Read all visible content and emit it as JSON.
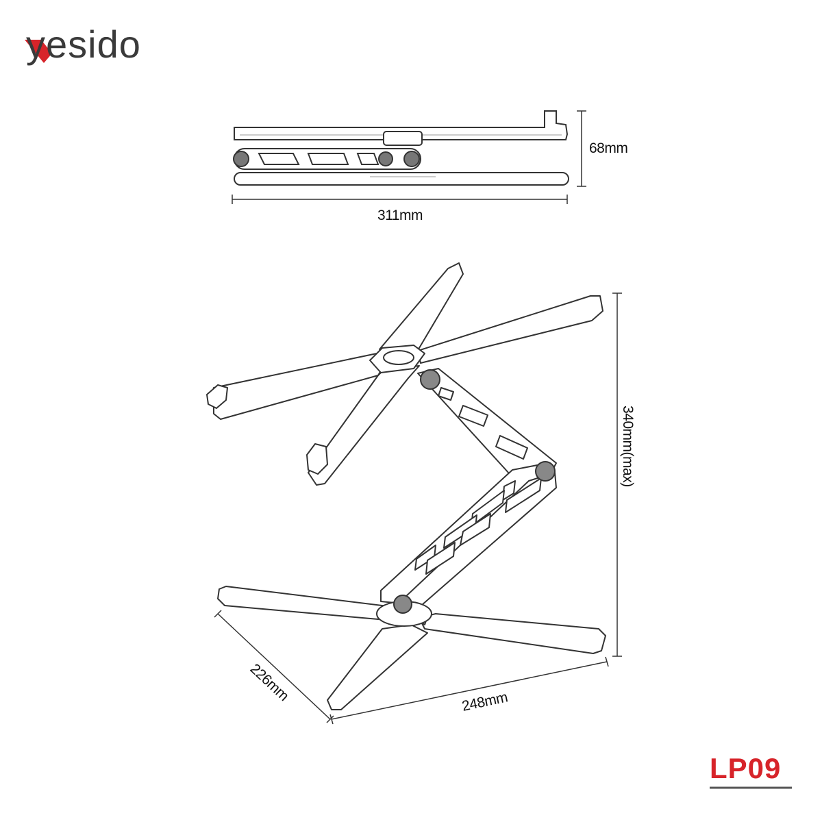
{
  "brand": {
    "name": "yesido",
    "accent_color": "#d7242a",
    "text_color": "#3a3a3a"
  },
  "model": {
    "code": "LP09",
    "color": "#d7242a",
    "underline_color": "#555555"
  },
  "dimensions": {
    "width": "311mm",
    "folded_height": "68mm",
    "max_height": "340mm(max)",
    "depth": "226mm",
    "base_width": "248mm"
  },
  "views": {
    "top": "folded-side-view",
    "bottom": "unfolded-perspective-view"
  }
}
